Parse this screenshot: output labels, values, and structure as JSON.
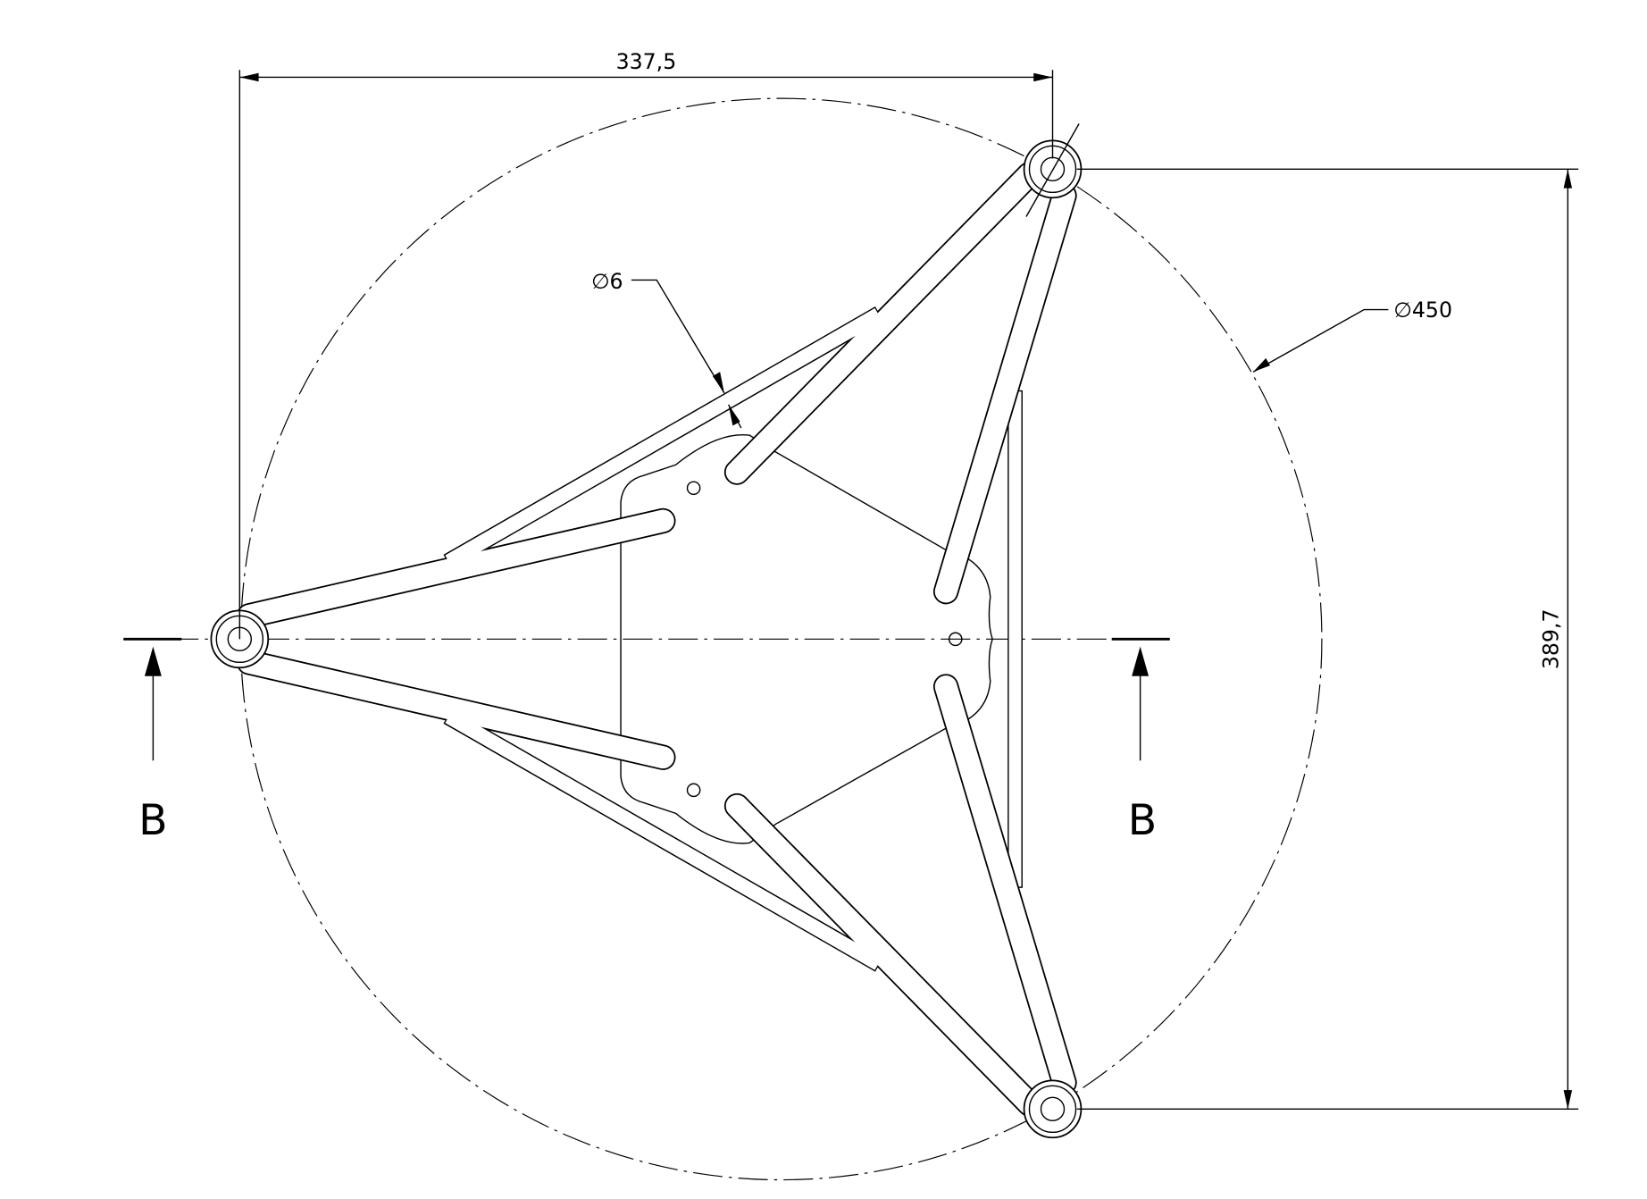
{
  "drawing": {
    "dimensions": {
      "horizontal": "337,5",
      "vertical": "389,7",
      "circle_diameter": "∅450",
      "tube_diameter": "∅6"
    },
    "section_labels": {
      "left": "B",
      "right": "B"
    },
    "line_color": "#000000",
    "background": "#ffffff"
  }
}
